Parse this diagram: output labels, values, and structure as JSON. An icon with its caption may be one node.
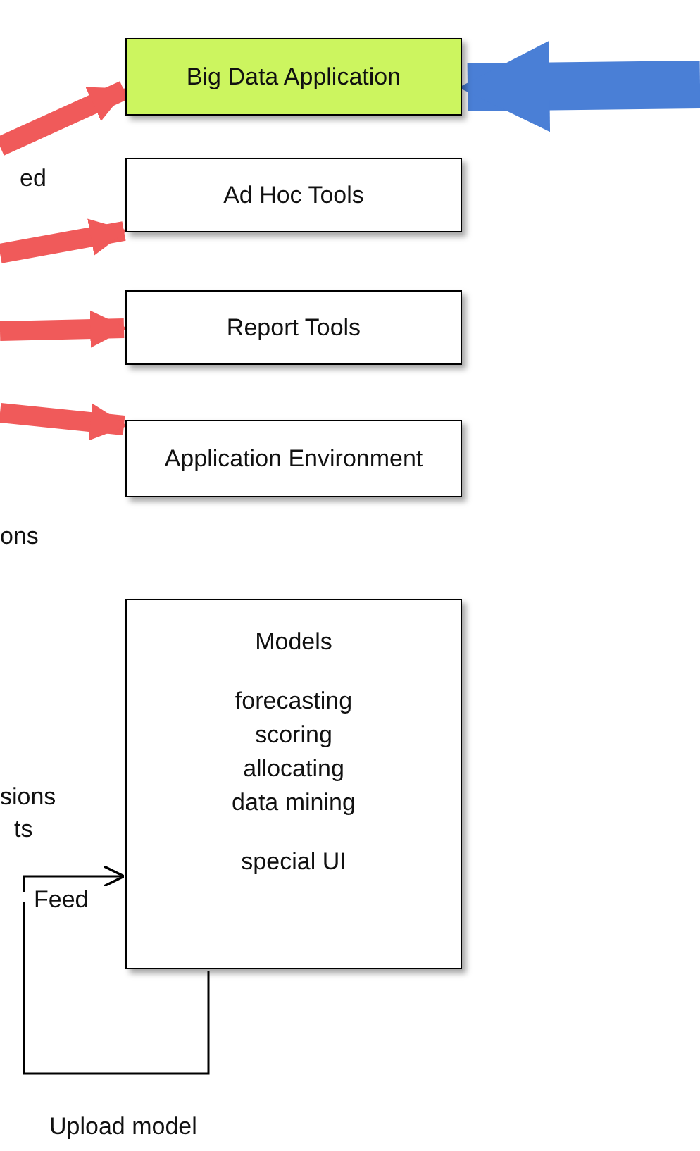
{
  "diagram": {
    "nodes": [
      {
        "text": [
          "Big Data Application"
        ]
      },
      {
        "text": [
          "Ad Hoc Tools"
        ]
      },
      {
        "text": [
          "Report Tools"
        ]
      },
      {
        "text": [
          "Application Environment"
        ]
      },
      {
        "text": [
          "Models",
          "forecasting",
          "scoring",
          "allocating",
          "data mining",
          "special UI"
        ]
      }
    ],
    "edges": [
      {
        "from": null,
        "to": 0,
        "arrow": "to"
      },
      {
        "from": null,
        "to": 1,
        "arrow": "to"
      },
      {
        "from": null,
        "to": 2,
        "arrow": "to"
      },
      {
        "from": null,
        "to": 3,
        "arrow": "to"
      },
      {
        "from": null,
        "to": 0,
        "arrow": "to",
        "style": "thick",
        "color": "#4a7fd6"
      },
      {
        "from": null,
        "to": 4,
        "arrow": "to",
        "label": "Feed",
        "color": "#000000"
      },
      {
        "from": 4,
        "to": null,
        "arrow": "none",
        "color": "#000000"
      }
    ],
    "labels": [
      "ed",
      "ons",
      "sions",
      "ts",
      "Upload model"
    ]
  }
}
